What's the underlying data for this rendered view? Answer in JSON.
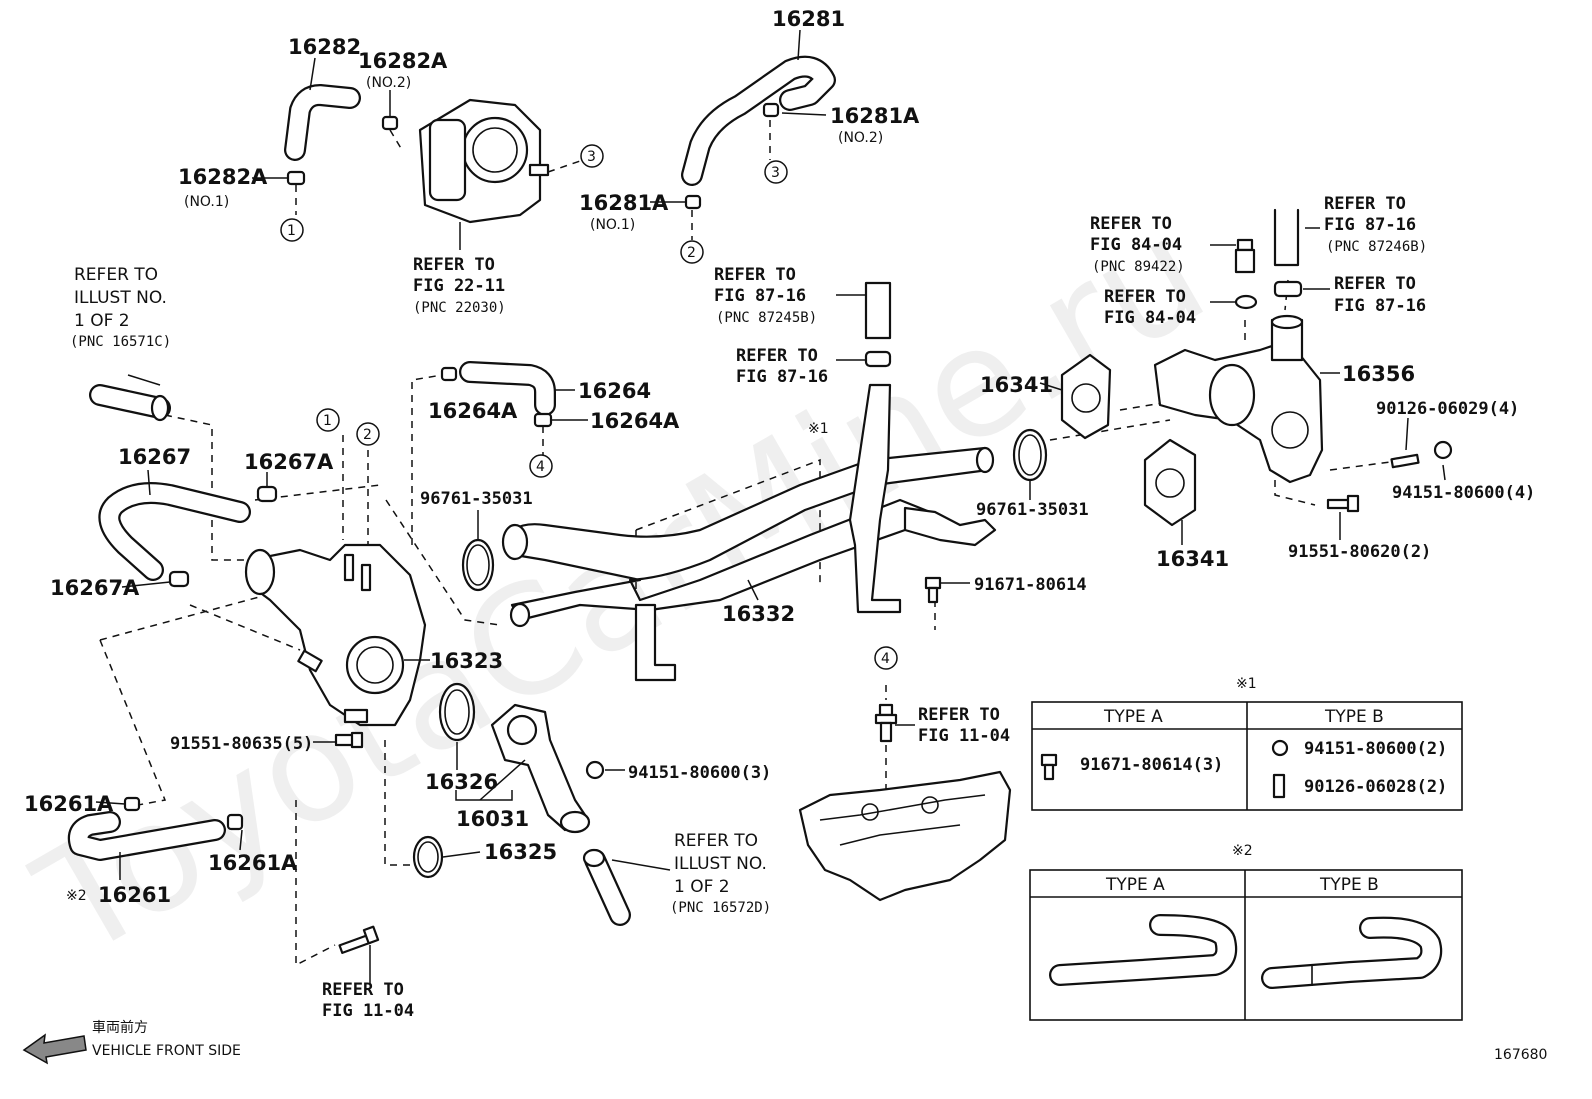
{
  "diagram_id": "167680",
  "labels": {
    "p16282": "16282",
    "p16282A_top": "16282A",
    "p16282A_top_sub": "(NO.2)",
    "p16282A_left": "16282A",
    "p16282A_left_sub": "(NO.1)",
    "p16281": "16281",
    "p16281A_right": "16281A",
    "p16281A_right_sub": "(NO.2)",
    "p16281A_left": "16281A",
    "p16281A_left_sub": "(NO.1)",
    "p16264": "16264",
    "p16264A_a": "16264A",
    "p16264A_b": "16264A",
    "p16267": "16267",
    "p16267A_a": "16267A",
    "p16267A_b": "16267A",
    "p16323": "16323",
    "p91551_80635": "91551-80635(5)",
    "p96761_a": "96761-35031",
    "p96761_b": "96761-35031",
    "p16332": "16332",
    "p91671_80614": "91671-80614",
    "p16341_a": "16341",
    "p16341_b": "16341",
    "p16356": "16356",
    "p90126_06029": "90126-06029(4)",
    "p94151_80600_4": "94151-80600(4)",
    "p91551_80620": "91551-80620(2)",
    "p16326": "16326",
    "p16031": "16031",
    "p16325": "16325",
    "p94151_80600_3": "94151-80600(3)",
    "p16261A_a": "16261A",
    "p16261A_b": "16261A",
    "p16261": "16261",
    "p16261_mark": "※2"
  },
  "refs": {
    "fig2211": [
      "REFER TO",
      "FIG 22-11",
      "(PNC 22030)"
    ],
    "illust1_c": [
      "REFER TO",
      "ILLUST NO.",
      "1 OF 2",
      "(PNC 16571C)"
    ],
    "fig8716_b": [
      "REFER TO",
      "FIG 87-16",
      "(PNC 87245B)"
    ],
    "fig8716_c": [
      "REFER TO",
      "FIG 87-16"
    ],
    "fig8404_a": [
      "REFER TO",
      "FIG 84-04",
      "(PNC 89422)"
    ],
    "fig8404_b": [
      "REFER TO",
      "FIG 84-04"
    ],
    "fig8716_top": [
      "REFER TO",
      "FIG 87-16",
      "(PNC 87246B)"
    ],
    "fig8716_right": [
      "REFER TO",
      "FIG 87-16"
    ],
    "fig1104_right": [
      "REFER TO",
      "FIG 11-04"
    ],
    "fig1104_bottom": [
      "REFER TO",
      "FIG 11-04"
    ],
    "illust1_d": [
      "REFER TO",
      "ILLUST NO.",
      "1 OF 2",
      "(PNC 16572D)"
    ]
  },
  "circled": [
    "1",
    "2",
    "3",
    "4"
  ],
  "note_marks": {
    "m1": "※1",
    "m2": "※2"
  },
  "table1": {
    "mark": "※1",
    "col_a": "TYPE A",
    "col_b": "TYPE B",
    "a_part": "91671-80614(3)",
    "b_part1": "94151-80600(2)",
    "b_part2": "90126-06028(2)"
  },
  "table2": {
    "mark": "※2",
    "col_a": "TYPE A",
    "col_b": "TYPE B"
  },
  "front": {
    "jp": "車両前方",
    "en": "VEHICLE FRONT SIDE"
  },
  "watermark": "ToyotaCarMine.ru"
}
